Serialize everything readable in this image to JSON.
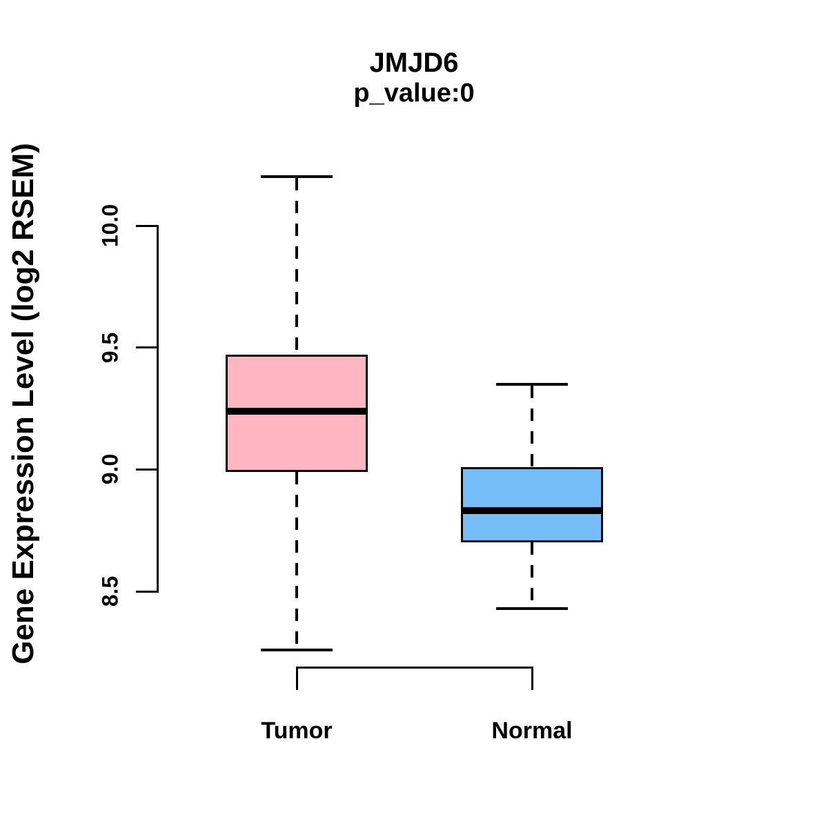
{
  "chart_data": {
    "type": "boxplot",
    "title": "JMJD6",
    "subtitle": "p_value:0",
    "ylabel": "Gene Expression Level (log2 RSEM)",
    "xlabel": "",
    "yticks": [
      {
        "value": 8.5,
        "label": "8.5"
      },
      {
        "value": 9.0,
        "label": "9.0"
      },
      {
        "value": 9.5,
        "label": "9.5"
      },
      {
        "value": 10.0,
        "label": "10.0"
      }
    ],
    "y_axis_range_drawn": [
      8.5,
      10.0
    ],
    "grid": "off",
    "legend": "none",
    "groups": [
      {
        "label": "Tumor",
        "fill_color": "#FFB6C1",
        "stats": {
          "lower_whisker": 8.26,
          "q1": 8.99,
          "median": 9.24,
          "q3": 9.47,
          "upper_whisker": 10.2
        }
      },
      {
        "label": "Normal",
        "fill_color": "#74BDF6",
        "stats": {
          "lower_whisker": 8.43,
          "q1": 8.7,
          "median": 8.83,
          "q3": 9.01,
          "upper_whisker": 9.35
        }
      }
    ],
    "colors": {
      "line": "#000000",
      "median_line": "#000000",
      "background": "#FFFFFF",
      "text": "#000000"
    }
  }
}
